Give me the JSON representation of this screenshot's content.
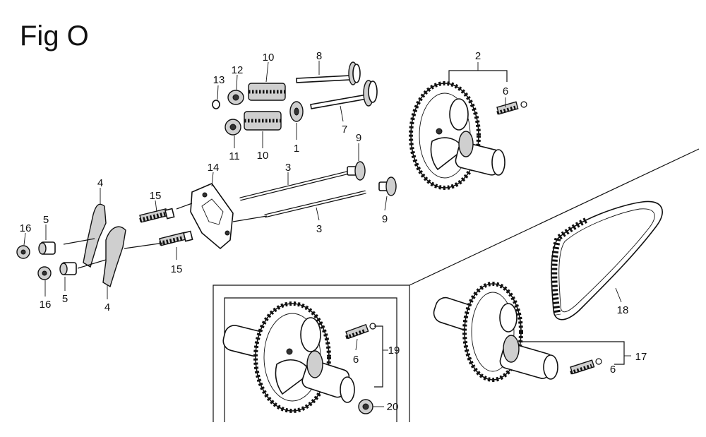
{
  "figure": {
    "title": "Fig O"
  },
  "callouts": {
    "p1": "1",
    "p2": "2",
    "p3a": "3",
    "p3b": "3",
    "p4a": "4",
    "p4b": "4",
    "p5a": "5",
    "p5b": "5",
    "p6a": "6",
    "p6b": "6",
    "p6c": "6",
    "p7": "7",
    "p8": "8",
    "p9a": "9",
    "p9b": "9",
    "p10a": "10",
    "p10b": "10",
    "p11": "11",
    "p12": "12",
    "p13": "13",
    "p14": "14",
    "p15a": "15",
    "p15b": "15",
    "p16a": "16",
    "p16b": "16",
    "p17": "17",
    "p18": "18",
    "p19": "19",
    "p20": "20"
  }
}
